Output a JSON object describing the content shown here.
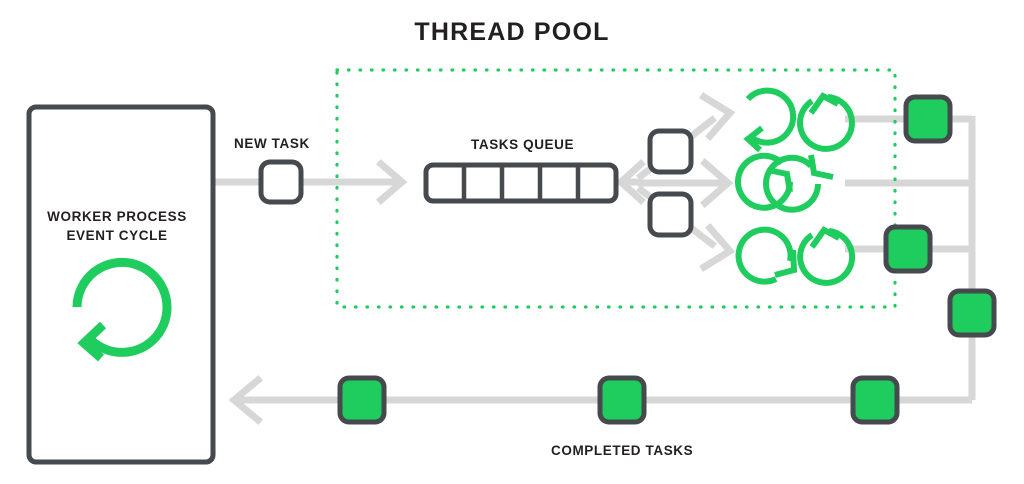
{
  "diagram": {
    "title": "THREAD POOL",
    "theme": {
      "green": "#1ECD5E",
      "dark": "#46494d",
      "line_gray": "#d7d7d7",
      "text": "#231f20",
      "background": "#ffffff"
    },
    "worker": {
      "line1": "WORKER PROCESS",
      "line2": "EVENT CYCLE",
      "icon": "refresh-cycle-icon"
    },
    "new_task": {
      "label": "NEW TASK",
      "icon": "empty-task-square-icon"
    },
    "queue": {
      "label": "TASKS QUEUE",
      "slots": 5,
      "slots_filled": 0
    },
    "dispatch": {
      "pending_tasks": 2,
      "branch_arrows": 3
    },
    "threads": [
      {
        "row": 1,
        "icons": [
          "thread-spinner-ccw-icon",
          "thread-spinner-cw-icon"
        ],
        "output": "completed-task-square"
      },
      {
        "row": 2,
        "icons": [
          "thread-spinner-cw-icon",
          "thread-spinner-ccw-icon"
        ],
        "output": null
      },
      {
        "row": 3,
        "icons": [
          "thread-spinner-cw-icon",
          "thread-spinner-cw-icon"
        ],
        "output": "completed-task-square"
      }
    ],
    "completed": {
      "label": "COMPLETED TASKS",
      "squares_on_return_path": 3,
      "squares_on_right_rail": 1,
      "direction": "right-to-left"
    }
  }
}
